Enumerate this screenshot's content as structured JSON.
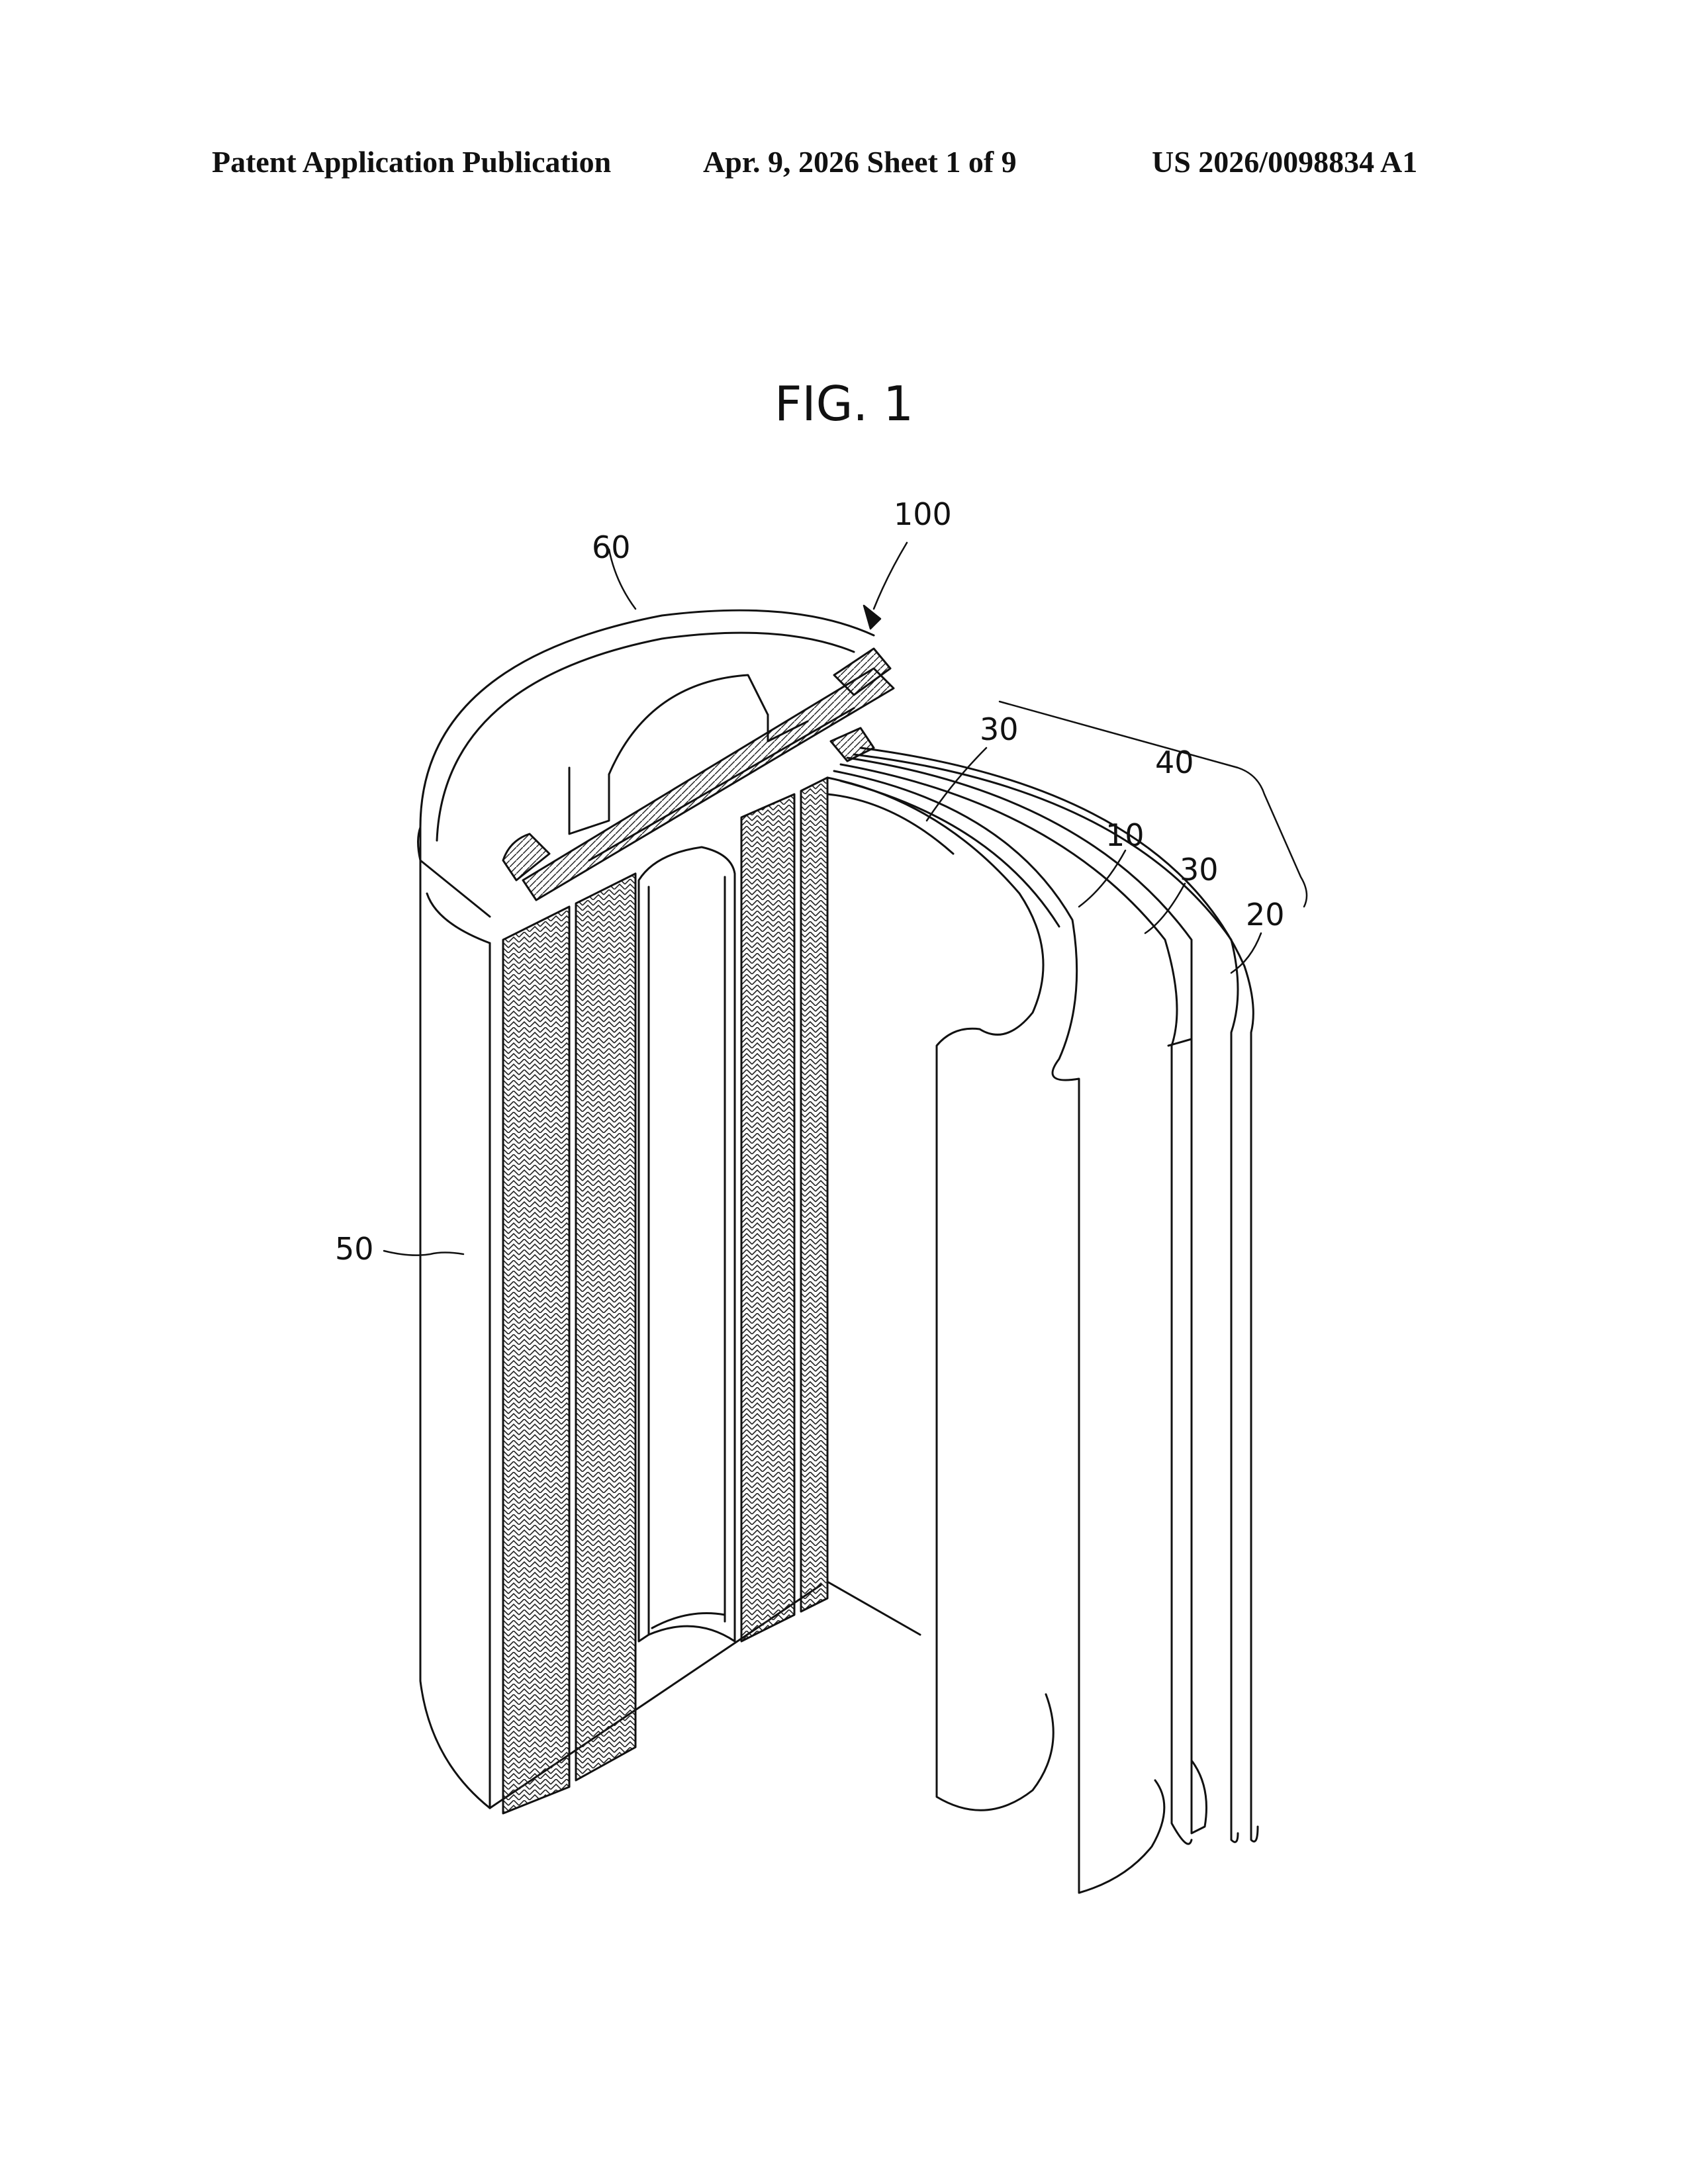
{
  "header": {
    "publication": "Patent Application Publication",
    "date_sheet": "Apr. 9, 2026   Sheet 1 of 9",
    "number": "US 2026/0098834 A1"
  },
  "figure": {
    "title": "FIG. 1",
    "refs": {
      "r100": "100",
      "r60": "60",
      "r30a": "30",
      "r40": "40",
      "r10": "10",
      "r30b": "30",
      "r20": "20",
      "r50": "50"
    }
  }
}
